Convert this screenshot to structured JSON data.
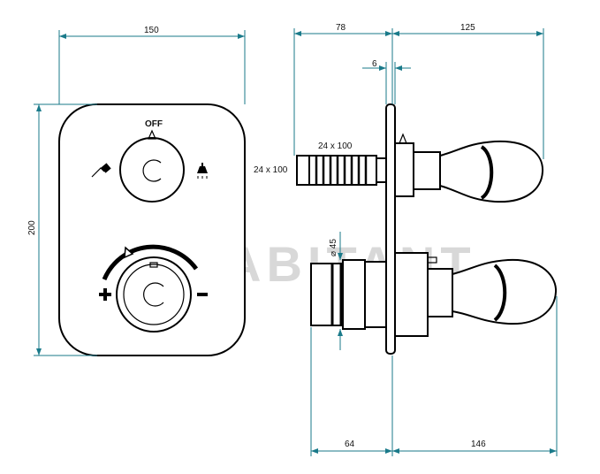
{
  "dimensions": {
    "plate_width": "150",
    "plate_height": "200",
    "depth_front": "78",
    "depth_back": "125",
    "plate_thickness": "6",
    "pipe_size_upper": "24 x 100",
    "pipe_size_side": "24 x 100",
    "diameter": "⌀ 45",
    "depth_lower_front": "64",
    "depth_lower_back": "146"
  },
  "labels": {
    "off": "OFF",
    "plus": "+",
    "minus": "−"
  },
  "watermark": "ABITANT"
}
